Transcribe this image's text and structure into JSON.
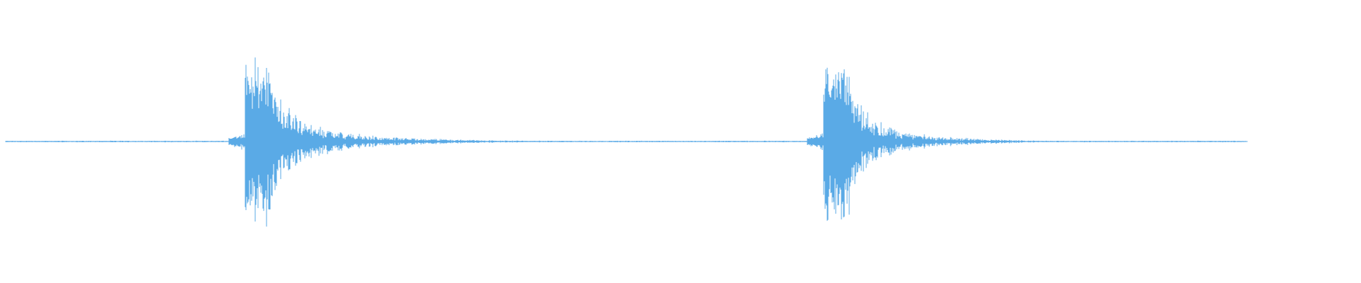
{
  "colors": {
    "background": "#ffffff",
    "waveform": "#5aaae6"
  },
  "waveform": {
    "channels": 1,
    "duration_fraction_with_signal": 0.915,
    "events": [
      {
        "name": "first-impact",
        "center_fraction": 0.18,
        "peak_amplitude": 0.5,
        "sustain_fraction": 0.021,
        "decay_fraction": 0.22,
        "tail_amplitude": 0.03
      },
      {
        "name": "second-impact",
        "center_fraction": 0.605,
        "peak_amplitude": 0.5,
        "sustain_fraction": 0.02,
        "decay_fraction": 0.16,
        "tail_amplitude": 0.04
      }
    ],
    "noise_floor": 0.004
  }
}
